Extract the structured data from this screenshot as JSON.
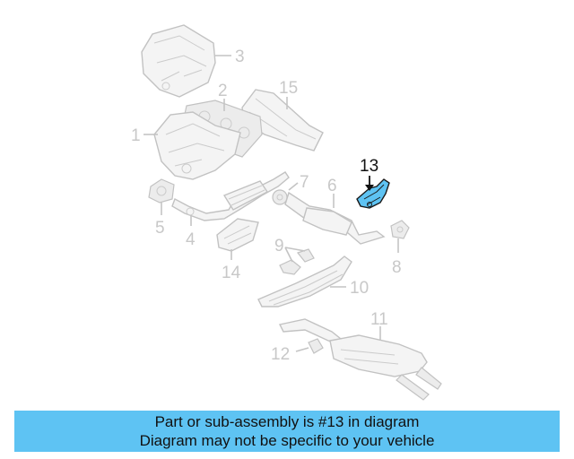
{
  "callouts": {
    "c1": "1",
    "c2": "2",
    "c3": "3",
    "c4": "4",
    "c5": "5",
    "c6": "6",
    "c7": "7",
    "c8": "8",
    "c9": "9",
    "c10": "10",
    "c11": "11",
    "c12": "12",
    "c13": "13",
    "c14": "14",
    "c15": "15"
  },
  "highlight_color": "#5ec3f3",
  "caption": {
    "line1": "Part or sub-assembly is #13 in diagram",
    "line2": "Diagram may not be specific to your vehicle"
  }
}
